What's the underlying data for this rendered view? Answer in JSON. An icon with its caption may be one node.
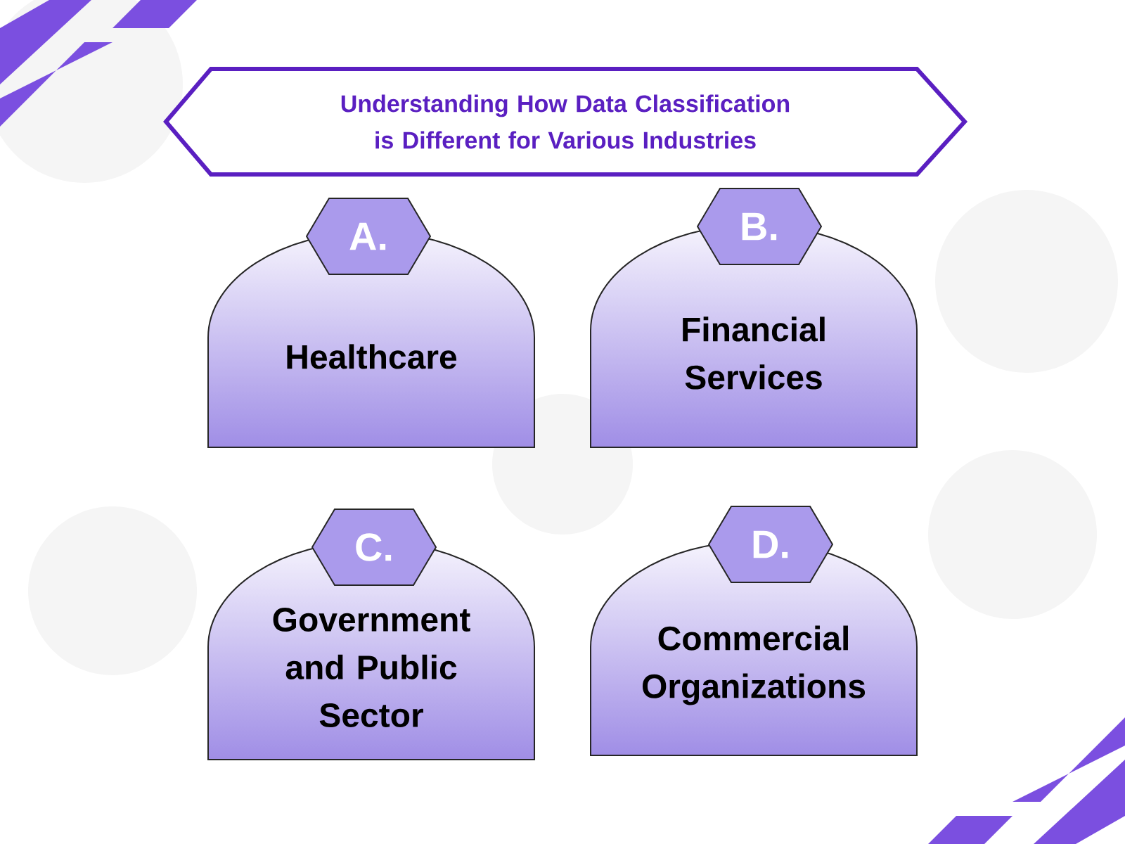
{
  "diagram": {
    "nodes": [
      {
        "text": [
          "Understanding How Data Classification is Different for Various Industries"
        ]
      },
      {
        "text": [
          "A."
        ]
      },
      {
        "text": [
          "Healthcare"
        ]
      },
      {
        "text": [
          "B."
        ]
      },
      {
        "text": [
          "Financial Services"
        ]
      },
      {
        "text": [
          "C."
        ]
      },
      {
        "text": [
          "Government and Public Sector"
        ]
      },
      {
        "text": [
          "D."
        ]
      },
      {
        "text": [
          "Commercial Organizations"
        ]
      }
    ]
  }
}
